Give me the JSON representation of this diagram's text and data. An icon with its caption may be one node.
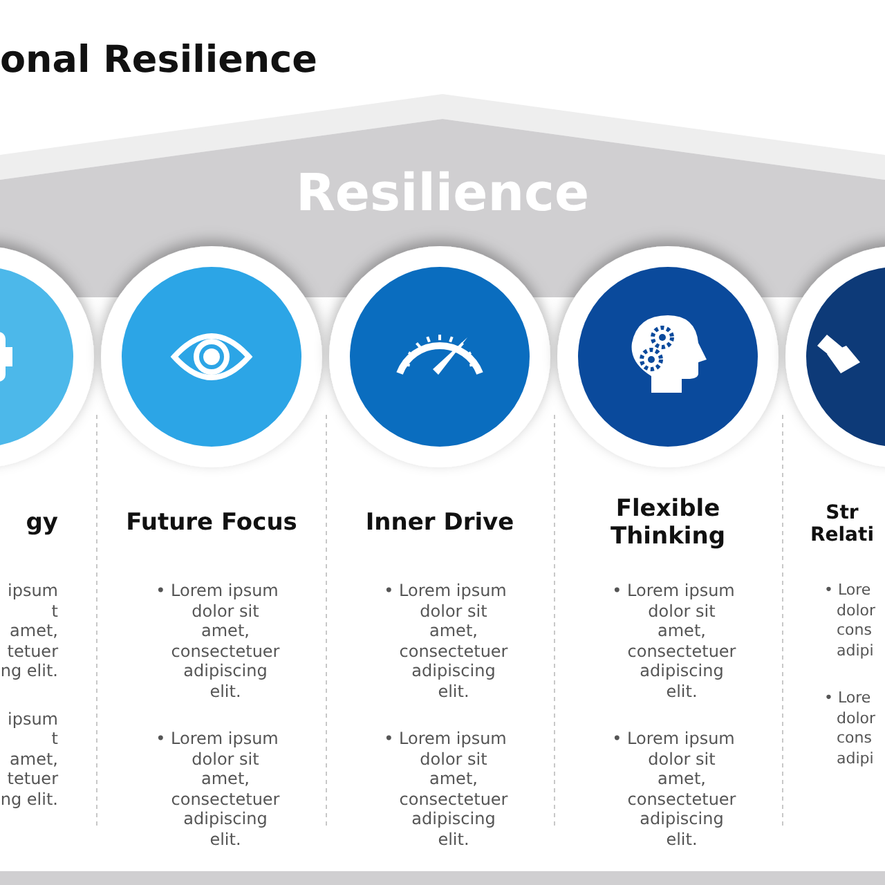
{
  "diagram": {
    "title": "onal Resilience",
    "nodes": [
      {
        "text": [
          "Resilience"
        ]
      },
      {
        "text": [
          "gy",
          "ipsum t amet, tetuer ng elit.",
          "ipsum t amet, tetuer ng elit."
        ]
      },
      {
        "text": [
          "Future Focus",
          "• Lorem ipsum dolor sit amet, consectetuer adipiscing elit.",
          "• Lorem ipsum dolor sit amet, consectetuer adipiscing elit."
        ]
      },
      {
        "text": [
          "Inner Drive",
          "• Lorem ipsum dolor sit amet, consectetuer adipiscing elit.",
          "• Lorem ipsum dolor sit amet, consectetuer adipiscing elit."
        ]
      },
      {
        "text": [
          "Flexible Thinking",
          "• Lorem ipsum dolor sit amet, consectetuer adipiscing elit.",
          "• Lorem ipsum dolor sit amet, consectetuer adipiscing elit."
        ]
      },
      {
        "text": [
          "Str Relati",
          "• Lore dolor cons adipi",
          "• Lore dolor cons adipi"
        ]
      }
    ]
  }
}
